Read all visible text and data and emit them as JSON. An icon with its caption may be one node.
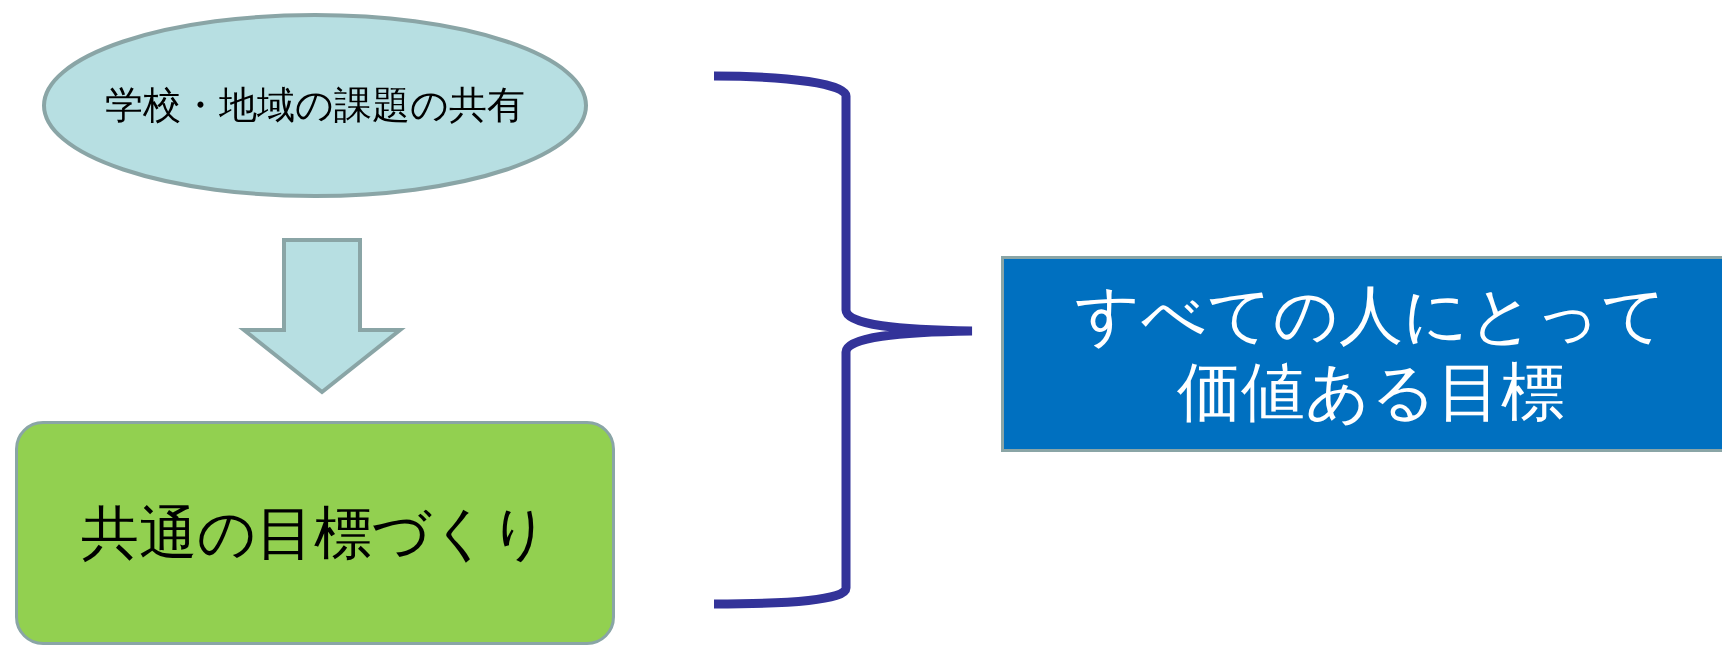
{
  "diagram": {
    "nodes": [
      {
        "text": [
          "学校・地域の課題の共有"
        ]
      },
      {
        "text": [
          "共通の目標づくり"
        ]
      },
      {
        "text": [
          "すべての人にとって価値ある目標"
        ]
      }
    ],
    "edges": [
      {
        "from": 0,
        "to": 1,
        "arrow": "to"
      }
    ]
  }
}
